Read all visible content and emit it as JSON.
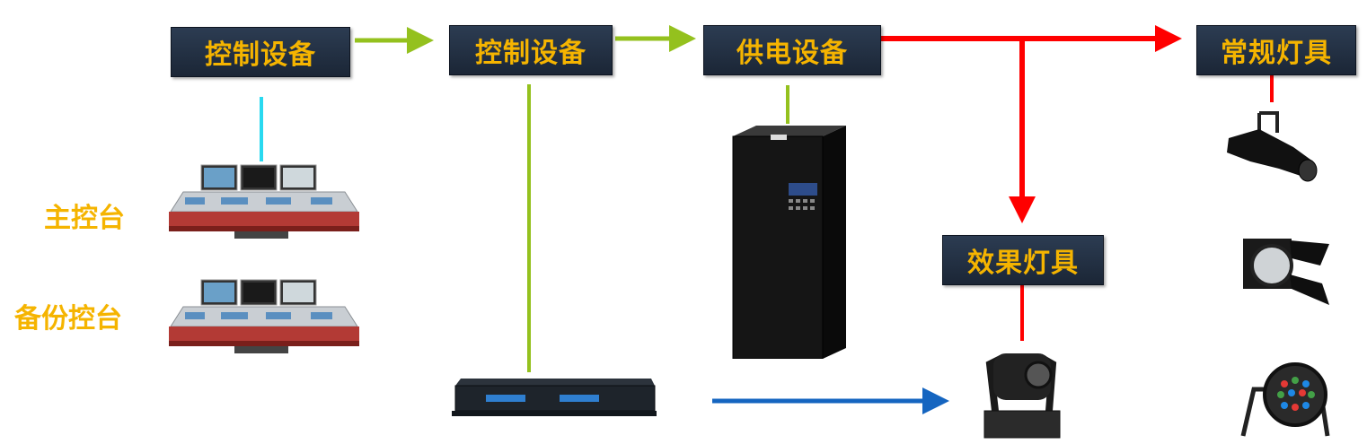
{
  "boxes": {
    "control1": "控制设备",
    "control2": "控制设备",
    "power": "供电设备",
    "conventional": "常规灯具",
    "effect": "效果灯具"
  },
  "side_labels": {
    "main_console": "主控台",
    "backup_console": "备份控台"
  },
  "colors": {
    "box_fill": "#23324a",
    "box_text": "#f5b400",
    "green_arrow": "#94c11e",
    "red_arrow": "#ff0000",
    "blue_arrow": "#1565c0",
    "cyan_line": "#29d9f0"
  }
}
